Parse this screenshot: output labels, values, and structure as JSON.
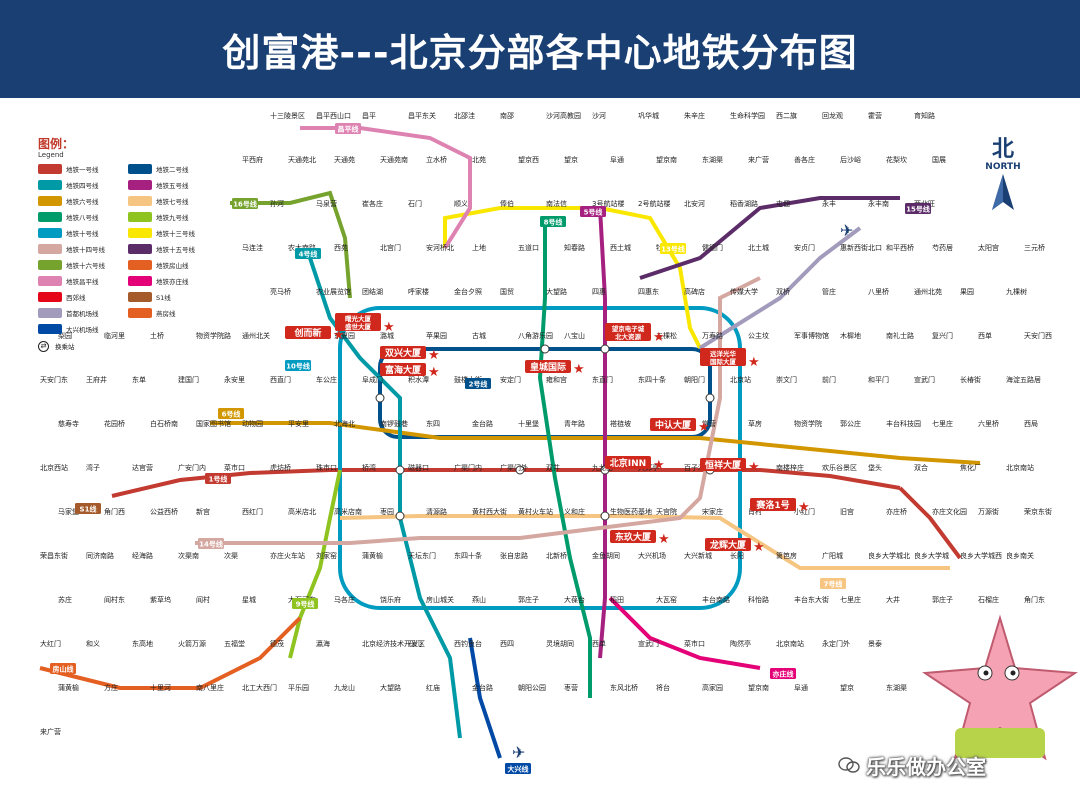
{
  "title": "创富港---北京分部各中心地铁分布图",
  "legend": {
    "title": "图例：",
    "subtitle": "Legend",
    "transfer_label": "换乘站",
    "items": [
      {
        "label": "地铁一号线",
        "color": "#c23a30"
      },
      {
        "label": "地铁二号线",
        "color": "#00508b"
      },
      {
        "label": "地铁四号线",
        "color": "#009aa6"
      },
      {
        "label": "地铁五号线",
        "color": "#a6217f"
      },
      {
        "label": "地铁六号线",
        "color": "#d29700"
      },
      {
        "label": "地铁七号线",
        "color": "#f6c582"
      },
      {
        "label": "地铁八号线",
        "color": "#009b6b"
      },
      {
        "label": "地铁九号线",
        "color": "#8fc31f"
      },
      {
        "label": "地铁十号线",
        "color": "#009bc0"
      },
      {
        "label": "地铁十三号线",
        "color": "#f9e700"
      },
      {
        "label": "地铁十四号线",
        "color": "#d5a7a1"
      },
      {
        "label": "地铁十五号线",
        "color": "#5b2c68"
      },
      {
        "label": "地铁十六号线",
        "color": "#76a32e"
      },
      {
        "label": "地铁房山线",
        "color": "#e46022"
      },
      {
        "label": "地铁昌平线",
        "color": "#de82b2"
      },
      {
        "label": "地铁亦庄线",
        "color": "#e40077"
      },
      {
        "label": "西郊线",
        "color": "#e50619"
      },
      {
        "label": "S1线",
        "color": "#a45a2a"
      },
      {
        "label": "首都机场线",
        "color": "#a29bbb"
      },
      {
        "label": "燕房线",
        "color": "#e46022"
      },
      {
        "label": "大兴机场线",
        "color": "#0049a5"
      }
    ]
  },
  "compass": {
    "cn": "北",
    "en": "NORTH"
  },
  "watermark": "乐乐做办公室",
  "centers": [
    {
      "name": "创而新"
    },
    {
      "name": "曙光大厦\n盛世大厦"
    },
    {
      "name": "双兴大厦"
    },
    {
      "name": "富海大厦"
    },
    {
      "name": "皇城国际"
    },
    {
      "name": "望京电子城\n北大资源"
    },
    {
      "name": "中认大厦"
    },
    {
      "name": "北京INN"
    },
    {
      "name": "远洋光华\n国际大厦"
    },
    {
      "name": "恒祥大厦"
    },
    {
      "name": "赛洛1号"
    },
    {
      "name": "东玖大厦"
    },
    {
      "name": "龙辉大厦"
    }
  ],
  "stations": [
    "十三陵景区",
    "昌平西山口",
    "昌平",
    "昌平东关",
    "北邵洼",
    "南邵",
    "沙河高教园",
    "沙河",
    "巩华城",
    "朱辛庄",
    "生命科学园",
    "西二旗",
    "回龙观",
    "霍营",
    "育知路",
    "平西府",
    "天通苑北",
    "天通苑",
    "天通苑南",
    "立水桥",
    "北苑",
    "望京西",
    "望京",
    "阜通",
    "望京南",
    "东湖渠",
    "来广营",
    "善各庄",
    "后沙峪",
    "花梨坎",
    "国展",
    "孙河",
    "马泉营",
    "崔各庄",
    "石门",
    "顺义",
    "俸伯",
    "南法信",
    "3号航站楼",
    "2号航站楼",
    "北安河",
    "稻香湖路",
    "屯佃",
    "永丰",
    "永丰南",
    "西北旺",
    "马连洼",
    "农大南路",
    "西苑",
    "北宫门",
    "安河桥北",
    "上地",
    "五道口",
    "知春路",
    "西土城",
    "牡丹园",
    "健德门",
    "北土城",
    "安贞门",
    "惠新西街北口",
    "和平西桥",
    "芍药居",
    "太阳宫",
    "三元桥",
    "亮马桥",
    "农业展览馆",
    "团结湖",
    "呼家楼",
    "金台夕照",
    "国贸",
    "大望路",
    "四惠",
    "四惠东",
    "高碑店",
    "传媒大学",
    "双桥",
    "管庄",
    "八里桥",
    "通州北苑",
    "果园",
    "九棵树",
    "梨园",
    "临河里",
    "土桥",
    "物资学院路",
    "通州北关",
    "郝家府",
    "东夏园",
    "潞城",
    "苹果园",
    "古城",
    "八角游乐园",
    "八宝山",
    "玉泉路",
    "五棵松",
    "万寿路",
    "公主坟",
    "军事博物馆",
    "木樨地",
    "南礼士路",
    "复兴门",
    "西单",
    "天安门西",
    "天安门东",
    "王府井",
    "东单",
    "建国门",
    "永安里",
    "西直门",
    "车公庄",
    "阜成门",
    "积水潭",
    "鼓楼大街",
    "安定门",
    "雍和宫",
    "东直门",
    "东四十条",
    "朝阳门",
    "北京站",
    "崇文门",
    "前门",
    "和平门",
    "宣武门",
    "长椿街",
    "海淀五路居",
    "慈寿寺",
    "花园桥",
    "白石桥南",
    "国家图书馆",
    "动物园",
    "平安里",
    "北海北",
    "南锣鼓巷",
    "东四",
    "金台路",
    "十里堡",
    "青年路",
    "褡裢坡",
    "黄渠",
    "常营",
    "草房",
    "物资学院",
    "郭公庄",
    "丰台科技园",
    "七里庄",
    "六里桥",
    "西局",
    "北京西站",
    "湾子",
    "达官营",
    "广安门内",
    "菜市口",
    "虎坊桥",
    "珠市口",
    "桥湾",
    "磁器口",
    "广渠门内",
    "广渠门外",
    "双井",
    "九龙山",
    "大郊亭",
    "百子湾",
    "化工",
    "南楼梓庄",
    "欢乐谷景区",
    "垡头",
    "双合",
    "焦化厂",
    "北京南站",
    "马家堡",
    "角门西",
    "公益西桥",
    "新宫",
    "西红门",
    "高米店北",
    "高米店南",
    "枣园",
    "清源路",
    "黄村西大街",
    "黄村火车站",
    "义和庄",
    "生物医药基地",
    "天宫院",
    "宋家庄",
    "肖村",
    "小红门",
    "旧宫",
    "亦庄桥",
    "亦庄文化园",
    "万源街",
    "荣京东街",
    "荣昌东街",
    "同济南路",
    "经海路",
    "次渠南",
    "次渠",
    "亦庄火车站",
    "刘家窑",
    "蒲黄榆",
    "天坛东门",
    "东四十条",
    "张自忠路",
    "北新桥",
    "金鱼胡同",
    "大兴机场",
    "大兴新城",
    "长阳",
    "篱笆房",
    "广阳城",
    "良乡大学城北",
    "良乡大学城",
    "良乡大学城西",
    "良乡南关",
    "苏庄",
    "阎村东",
    "紫草坞",
    "阎村",
    "星城",
    "大石河东",
    "马各庄",
    "饶乐府",
    "房山城关",
    "燕山",
    "郭庄子",
    "大葆台",
    "稻田",
    "大瓦窑",
    "丰台南路",
    "科怡路",
    "丰台东大街",
    "七里庄",
    "大井",
    "郭庄子",
    "石榴庄",
    "角门东",
    "大红门",
    "和义",
    "东高地",
    "火箭万源",
    "五福堂",
    "德茂",
    "瀛海",
    "北京经济技术开发区",
    "石门",
    "西钓鱼台",
    "西四",
    "灵境胡同",
    "西单",
    "宣武门",
    "菜市口",
    "陶然亭",
    "北京南站",
    "永定门外",
    "景泰",
    "蒲黄榆",
    "方庄",
    "十里河",
    "南八里庄",
    "北工大西门",
    "平乐园",
    "九龙山",
    "大望路",
    "红庙",
    "金台路",
    "朝阳公园",
    "枣营",
    "东风北桥",
    "将台",
    "高家园",
    "望京南",
    "阜通",
    "望京",
    "东湖渠",
    "来广营"
  ],
  "lines": {
    "l1": "1号线",
    "l2": "2号线",
    "l4": "4号线",
    "l5": "5号线",
    "l6": "6号线",
    "l7": "7号线",
    "l8": "8号线",
    "l9": "9号线",
    "l10": "10号线",
    "l13": "13号线",
    "l14": "14号线",
    "l15": "15号线",
    "l16": "16号线",
    "lS1": "S1线",
    "lfs": "房山线",
    "lcp": "昌平线",
    "lyz": "亦庄线",
    "ldx": "大兴线"
  }
}
